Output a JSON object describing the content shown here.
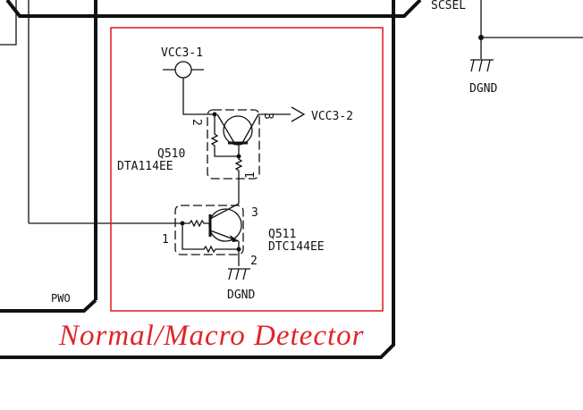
{
  "labels": {
    "scsel": "SCSEL",
    "dgnd_right": "DGND",
    "vcc3_1": "VCC3-1",
    "vcc3_2": "VCC3-2",
    "q510_ref": "Q510",
    "q510_part": "DTA114EE",
    "q510_pin1": "1",
    "q510_pin2": "2",
    "q510_pin3": "3",
    "q511_ref": "Q511",
    "q511_part": "DTC144EE",
    "q511_pin1": "1",
    "q511_pin2": "2",
    "q511_pin3": "3",
    "dgnd_bottom": "DGND",
    "pwo": "PWO"
  },
  "title": "Normal/Macro Detector",
  "colors": {
    "highlight": "#e0242b",
    "wire": "#111111"
  }
}
